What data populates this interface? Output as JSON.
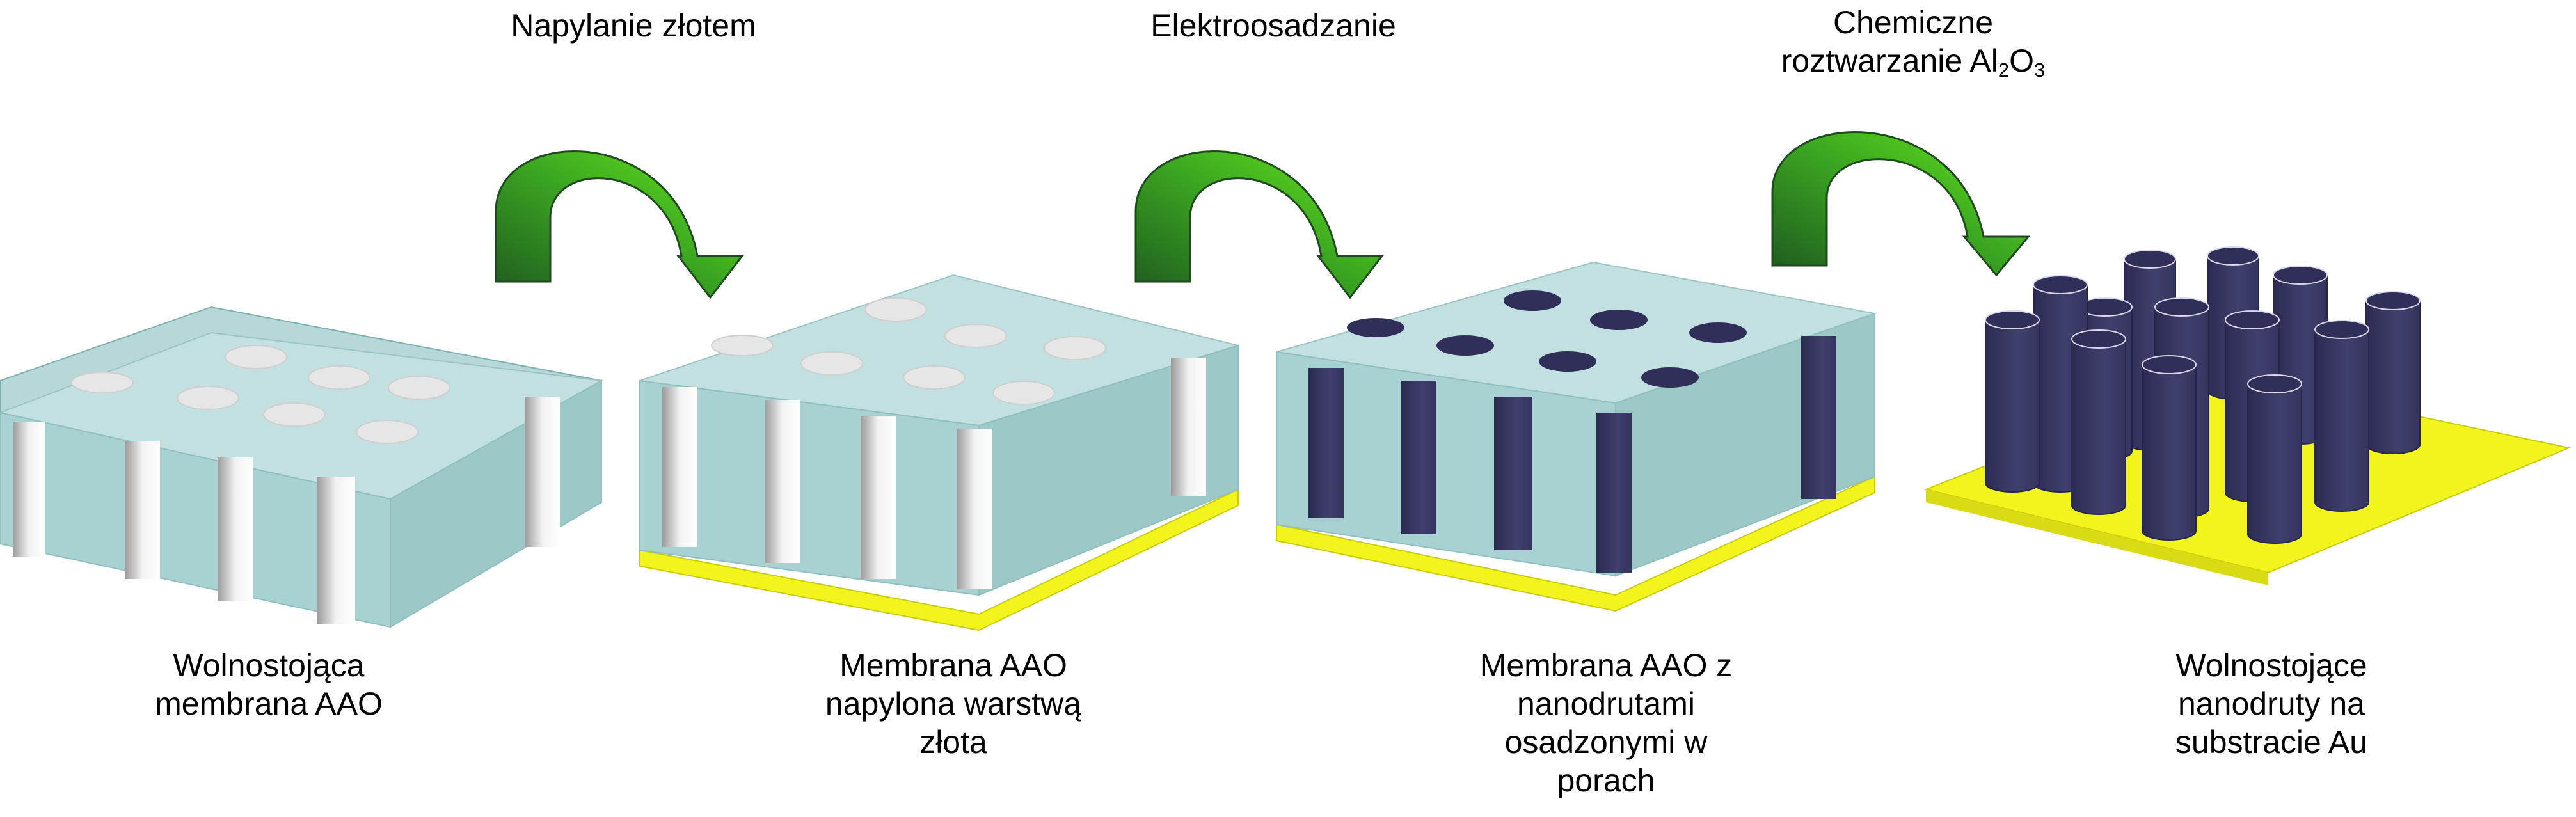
{
  "steps": [
    {
      "label": "Napylanie złotem"
    },
    {
      "label": "Elektroosadzanie"
    },
    {
      "label_line1": "Chemiczne",
      "label_line2_prefix": "roztwarzanie  Al",
      "sub1": "2",
      "mid": "O",
      "sub2": "3"
    }
  ],
  "stages": [
    {
      "caption": [
        "Wolnostojąca",
        "membrana AAO"
      ]
    },
    {
      "caption": [
        "Membrana AAO",
        "napylona warstwą",
        "złota"
      ]
    },
    {
      "caption": [
        "Membrana AAO z",
        "nanodrutami",
        "osadzonymi w",
        "porach"
      ]
    },
    {
      "caption": [
        "Wolnostojące",
        "nanodruty na",
        "substracie Au"
      ]
    }
  ],
  "colors": {
    "membrane_top": "#b7d8d8",
    "membrane_front": "#9ccbcb",
    "membrane_side": "#8fbfbf",
    "pore": "#e6e6e6",
    "gold": "#f2f51c",
    "gold_side": "#d9dc14",
    "nanowire": "#3a3a66",
    "nanowire_top": "#2f2f5a",
    "arrow_light": "#66e81c",
    "arrow_dark": "#1f5a1f"
  }
}
